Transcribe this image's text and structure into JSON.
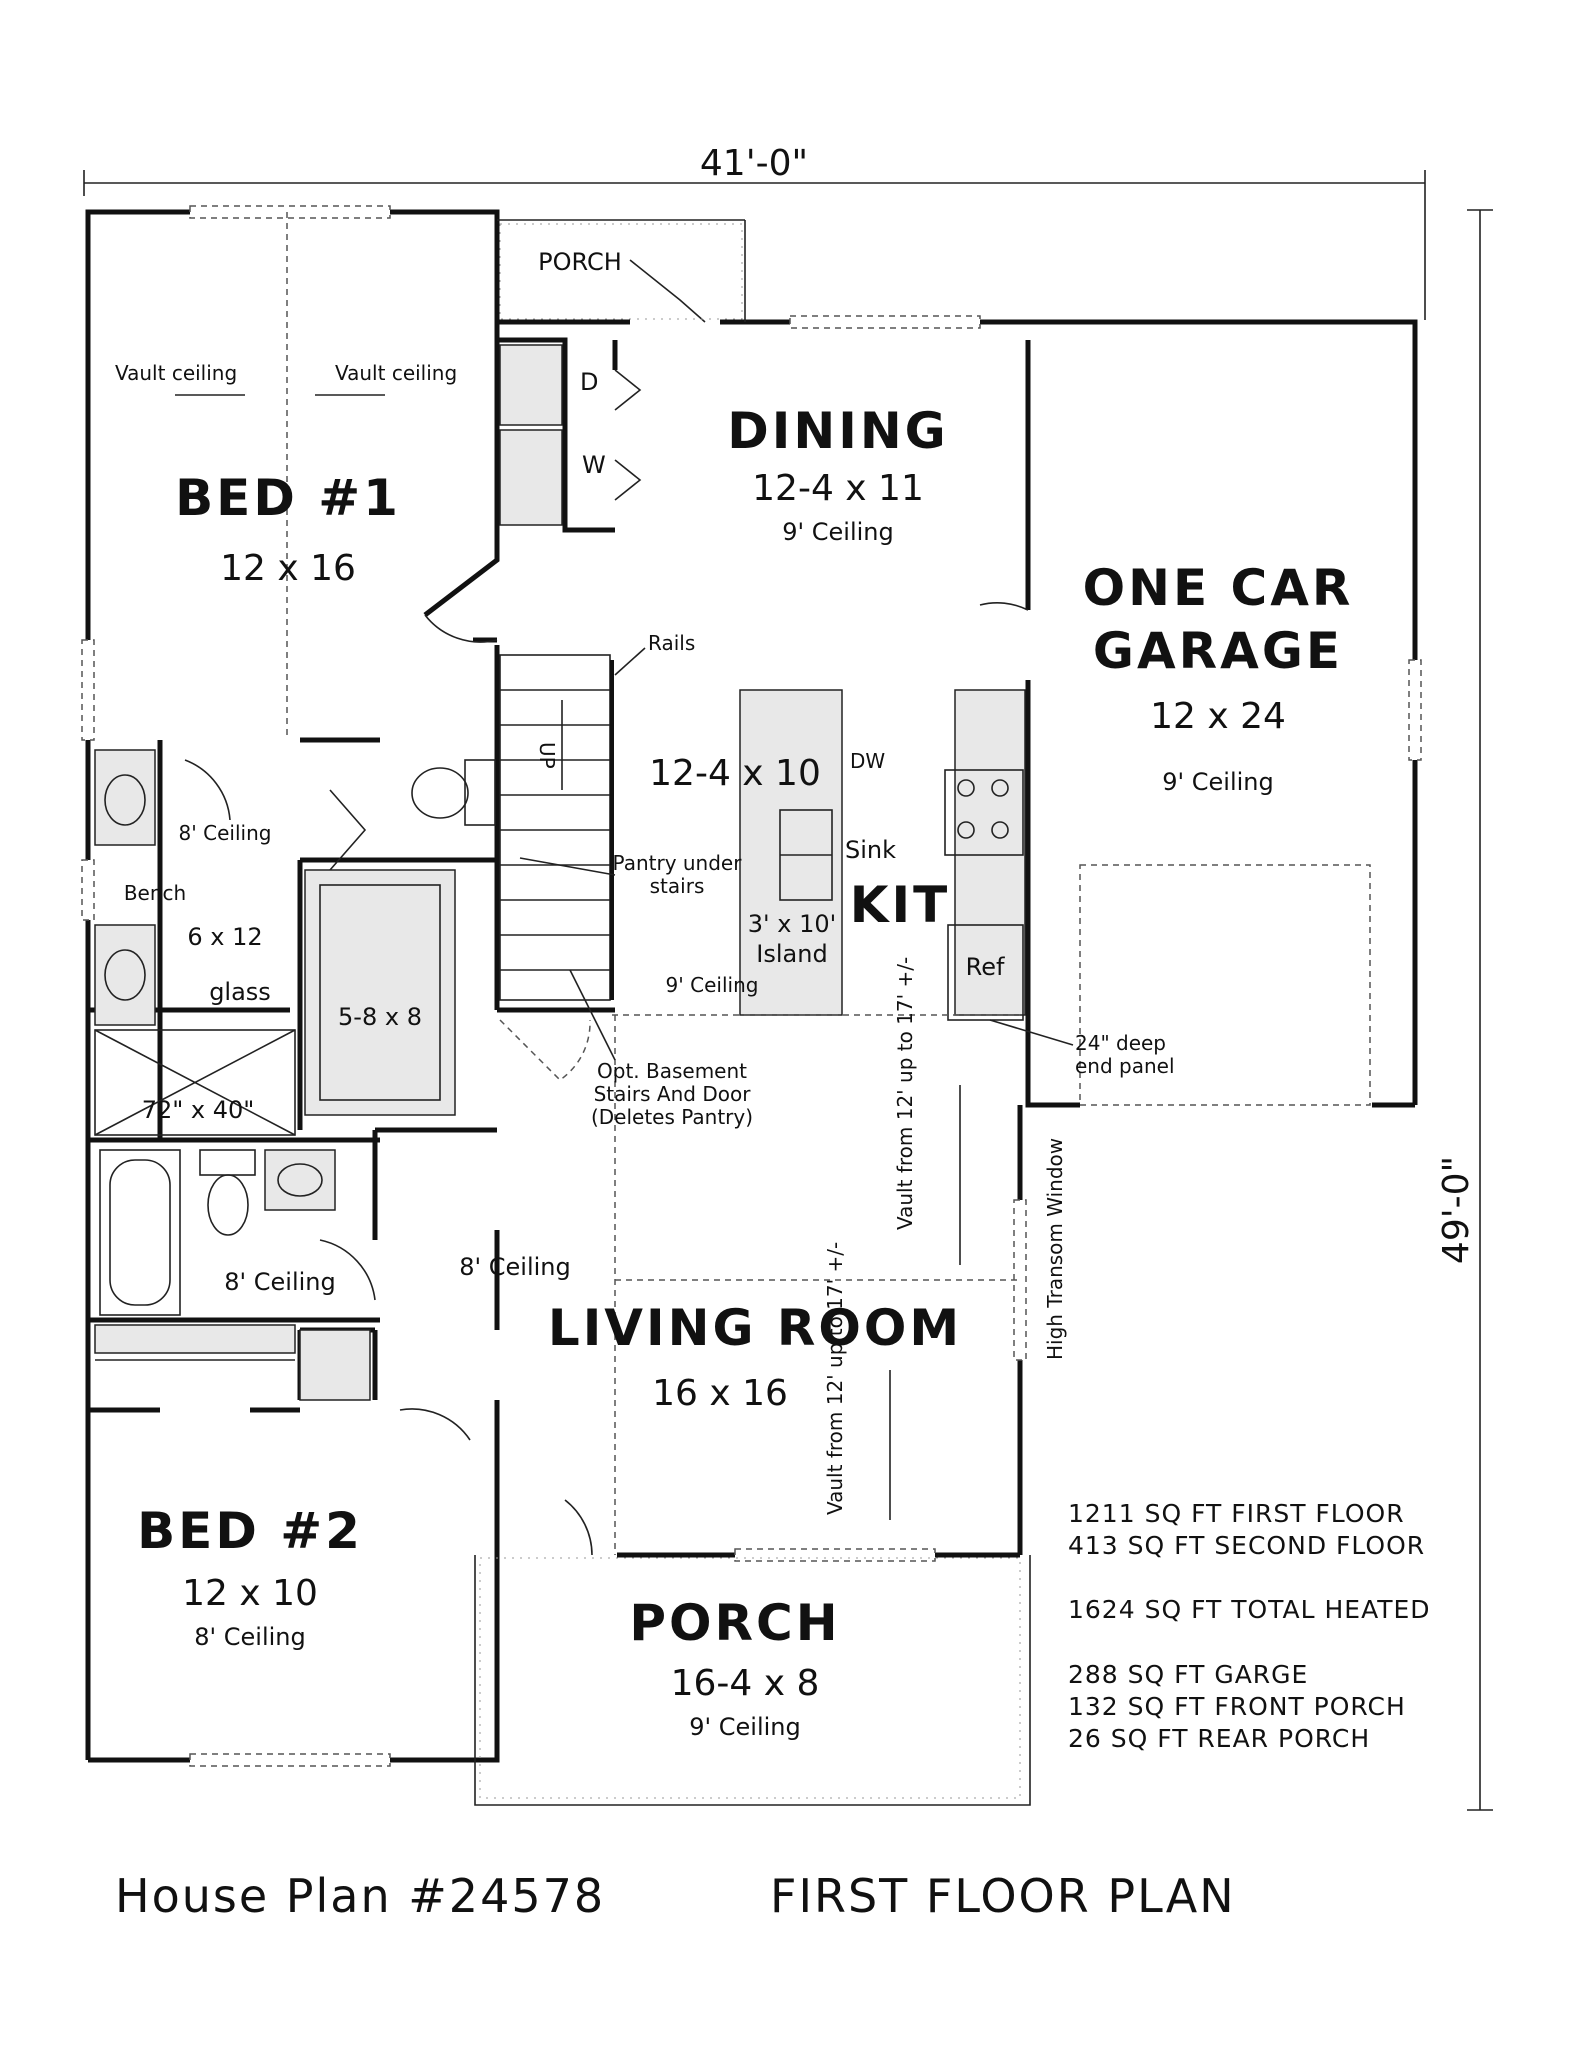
{
  "plan": {
    "overall_width": "41'-0\"",
    "overall_depth": "49'-0\"",
    "title_left": "House Plan #24578",
    "title_right": "FIRST FLOOR PLAN"
  },
  "rooms": {
    "bed1": {
      "name": "BED #1",
      "size": "12 x 16",
      "vault_left": "Vault ceiling",
      "vault_right": "Vault ceiling"
    },
    "porch_rear": {
      "name": "PORCH"
    },
    "dining": {
      "name": "DINING",
      "size": "12-4 x 11",
      "ceiling": "9' Ceiling"
    },
    "laundry": {
      "dryer": "D",
      "washer": "W"
    },
    "garage": {
      "name_line1": "ONE CAR",
      "name_line2": "GARAGE",
      "size": "12 x 24",
      "ceiling": "9' Ceiling"
    },
    "kitchen": {
      "name": "KIT",
      "size": "12-4 x 10",
      "ceiling": "9' Ceiling",
      "dw": "DW",
      "sink": "Sink",
      "island_line1": "3' x 10'",
      "island_line2": "Island",
      "ref": "Ref"
    },
    "stairs": {
      "rails": "Rails",
      "up": "UP",
      "pantry_line1": "Pantry under",
      "pantry_line2": "stairs",
      "opt_line1": "Opt. Basement",
      "opt_line2": "Stairs And Door",
      "opt_line3": "(Deletes Pantry)"
    },
    "end_panel": {
      "line1": "24\" deep",
      "line2": "end panel"
    },
    "master_bath": {
      "ceiling": "8' Ceiling",
      "bench": "Bench",
      "size": "6 x 12",
      "glass": "glass",
      "shower": "72\" x 40\""
    },
    "closet": {
      "size": "5-8 x 8"
    },
    "hall_bath": {
      "ceiling": "8' Ceiling"
    },
    "hall": {
      "ceiling": "8' Ceiling"
    },
    "living": {
      "name": "LIVING ROOM",
      "size": "16 x 16",
      "vault_upper": "Vault from 12' up to 17' +/-",
      "vault_lower": "Vault from 12' up to 17' +/-",
      "transom": "High Transom Window"
    },
    "bed2": {
      "name": "BED #2",
      "size": "12 x 10",
      "ceiling": "8' Ceiling"
    },
    "porch_front": {
      "name": "PORCH",
      "size": "16-4 x 8",
      "ceiling": "9' Ceiling"
    }
  },
  "areas": [
    "1211 SQ FT FIRST FLOOR",
    "413 SQ FT SECOND FLOOR",
    "1624 SQ FT TOTAL HEATED",
    "288 SQ FT GARGE",
    "132 SQ FT FRONT PORCH",
    "26 SQ FT REAR PORCH"
  ]
}
